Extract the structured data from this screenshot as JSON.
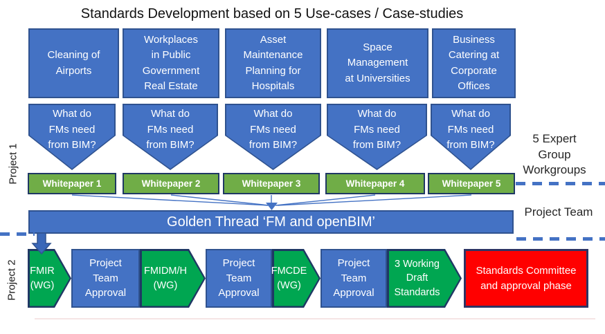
{
  "title": "Standards Development based on 5 Use-cases / Case-studies",
  "use_cases": [
    "Cleaning of\nAirports",
    "Workplaces\nin Public\nGovernment\nReal Estate",
    "Asset\nMaintenance\nPlanning for\nHospitals",
    "Space\nManagement\nat Universities",
    "Business\nCatering at\nCorporate\nOffices"
  ],
  "question": "What do\nFMs need\nfrom BIM?",
  "whitepapers": [
    "Whitepaper 1",
    "Whitepaper 2",
    "Whitepaper 3",
    "Whitepaper 4",
    "Whitepaper 5"
  ],
  "golden_thread": "Golden Thread ‘FM and openBIM’",
  "process": [
    {
      "label": "FMIR\n(WG)",
      "kind": "green-pentagon"
    },
    {
      "label": "Project\nTeam\nApproval",
      "kind": "blue-rect"
    },
    {
      "label": "FMIDM/H\n(WG)",
      "kind": "green-pentagon"
    },
    {
      "label": "Project\nTeam\nApproval",
      "kind": "blue-rect"
    },
    {
      "label": "FMCDE\n(WG)",
      "kind": "green-pentagon"
    },
    {
      "label": "Project\nTeam\nApproval",
      "kind": "blue-rect"
    },
    {
      "label": "3 Working\nDraft\nStandards",
      "kind": "green-pentagon"
    },
    {
      "label": "Standards Committee\nand approval phase",
      "kind": "red-rect"
    }
  ],
  "labels": {
    "project_1": "Project 1",
    "project_2": "Project 2",
    "expert_groups": "5 Expert\nGroup\nWorkgroups",
    "project_team": "Project Team"
  },
  "colors": {
    "blue": "#4472C4",
    "blue_border": "#2F528F",
    "whitepaper_green": "#70AD47",
    "process_green": "#00A651",
    "dark_border": "#1F3864",
    "red": "#FF0000",
    "red_border": "#2E3464",
    "dash_blue": "#4472C4"
  }
}
